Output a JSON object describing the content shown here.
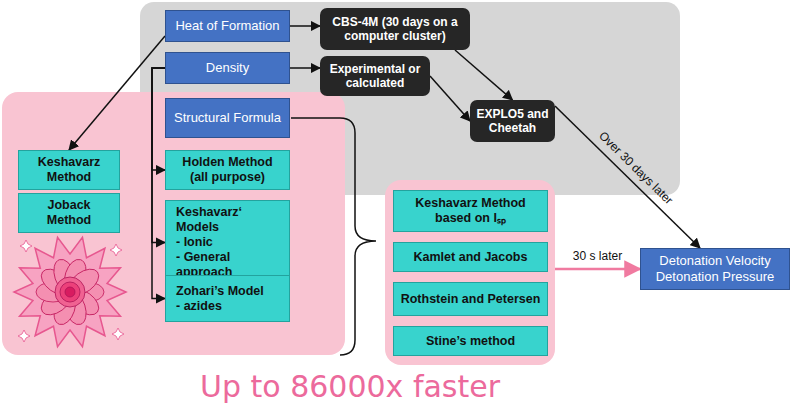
{
  "diagram": {
    "nodes": [
      {
        "text": [
          "Heat of Formation"
        ]
      },
      {
        "text": [
          "CBS-4M (30 days on a computer cluster)"
        ]
      },
      {
        "text": [
          "Density"
        ]
      },
      {
        "text": [
          "Experimental or calculated"
        ]
      },
      {
        "text": [
          "EXPLO5 and Cheetah"
        ]
      },
      {
        "text": []
      },
      {
        "text": [
          "Structural Formula"
        ],
        "in": 5
      },
      {
        "text": [
          "Keshavarz Method"
        ],
        "in": 5
      },
      {
        "text": [
          "Joback Method"
        ],
        "in": 5
      },
      {
        "text": [
          "Holden Method (all purpose)"
        ],
        "in": 5
      },
      {
        "text": [
          "Keshavarz‘ Models",
          "- Ionic",
          "- General approach"
        ],
        "in": 5
      },
      {
        "text": [
          "Zohari’s Model",
          "- azides"
        ],
        "in": 5
      },
      {
        "text": []
      },
      {
        "text": [
          "Keshavarz Method based on Iₛₚ"
        ],
        "in": 12
      },
      {
        "text": [
          "Kamlet and Jacobs"
        ],
        "in": 12
      },
      {
        "text": [
          "Rothstein and Petersen"
        ],
        "in": 12
      },
      {
        "text": [
          "Stine’s method"
        ],
        "in": 12
      },
      {
        "text": [
          "Detonation Velocity Detonation Pressure"
        ]
      }
    ],
    "edges": [
      {
        "from": 0,
        "to": 1,
        "arrow": "to"
      },
      {
        "from": 1,
        "to": 4,
        "arrow": "to"
      },
      {
        "from": 2,
        "to": 3,
        "arrow": "to"
      },
      {
        "from": 3,
        "to": 4,
        "arrow": "to"
      },
      {
        "from": 0,
        "to": 7,
        "arrow": "to"
      },
      {
        "from": 2,
        "to": 9,
        "arrow": "to"
      },
      {
        "from": 2,
        "to": 10,
        "arrow": "to"
      },
      {
        "from": 2,
        "to": 11,
        "arrow": "to"
      },
      {
        "from": 4,
        "to": 17,
        "label": "Over 30 days later",
        "arrow": "to"
      },
      {
        "from": 12,
        "to": 17,
        "label": "30 s later",
        "arrow": "to"
      }
    ],
    "labels": [
      "Up to 86000x faster"
    ]
  }
}
